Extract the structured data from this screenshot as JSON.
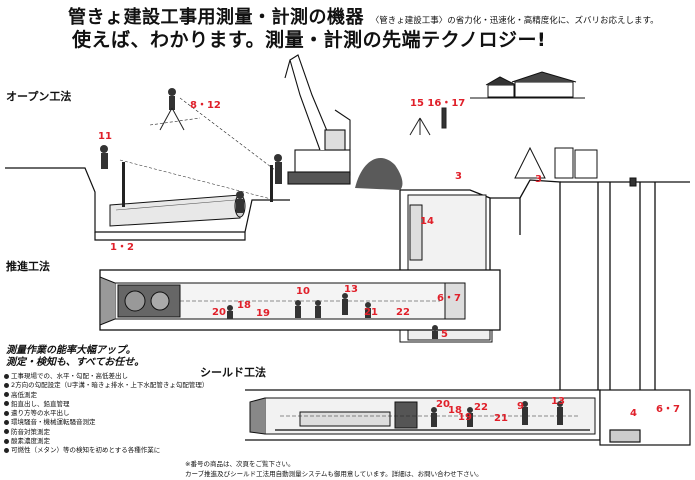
{
  "header": {
    "line1_main": "管きょ建設工事用測量・計測の機器",
    "line1_sub": "〈管きょ建設工事〉の省力化・迅速化・高精度化に、ズバリお応えします。",
    "line2": "使えば、わかります。測量・計測の先端テクノロジー!"
  },
  "sections": {
    "open": "オープン工法",
    "jacking": "推進工法",
    "shield": "シールド工法"
  },
  "callout": {
    "line1": "測量作業の能率大幅アップ。",
    "line2": "測定・検知も、すべてお任せ。"
  },
  "list": [
    "工事現場での、水平・勾配・高低差出し",
    "2方向の勾配設定（U字溝・暗きょ排水・上下水配管きょ勾配管理）",
    "高低測定",
    "鉛直出し、鉛直管理",
    "遣り方等の水平出し",
    "環境騒音・機械運転騒音測定",
    "防音対策測定",
    "酸素濃度測定",
    "可燃性（メタン）等の検知を初めとする各種作業に"
  ],
  "footer": {
    "note1": "※番号の商品は、次頁をご覧下さい。",
    "note2": "カーブ推進及びシールド工法用自動測量システムも御用意しています。詳細は、お問い合わせ下さい。"
  },
  "labels": {
    "n812": "8・12",
    "n11": "11",
    "n12": "1・2",
    "n151617": "15 16・17",
    "n3a": "3",
    "n3b": "3",
    "n14": "14",
    "n10": "10",
    "n13a": "13",
    "n67a": "6・7",
    "n20a": "20",
    "n18a": "18",
    "n19a": "19",
    "n21a": "21",
    "n22a": "22",
    "n5": "5",
    "n20b": "20",
    "n18b": "18",
    "n19b": "19",
    "n22b": "22",
    "n21b": "21",
    "n9": "9",
    "n13b": "13",
    "n4": "4",
    "n67b": "6・7"
  },
  "colors": {
    "number_red": "#e0202a",
    "ink": "#111111",
    "soil": "#6d6d6d"
  }
}
